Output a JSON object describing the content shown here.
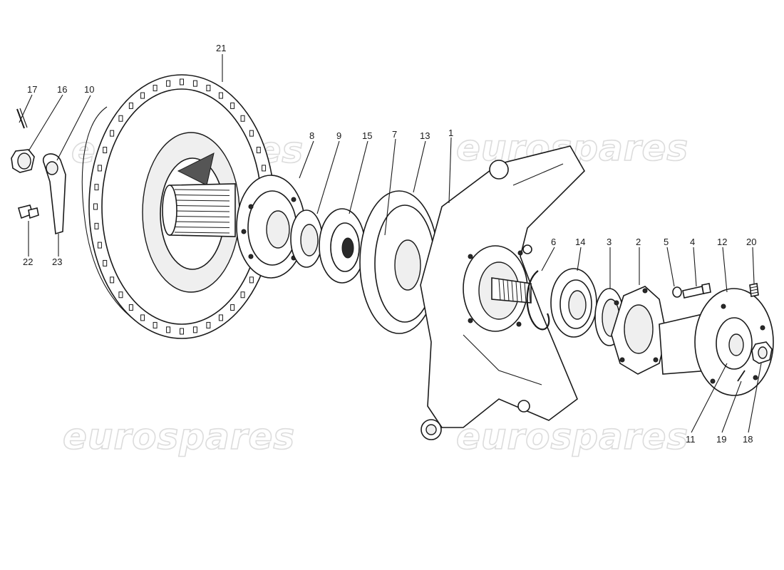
{
  "diagram": {
    "watermark_text": "eurospares",
    "callouts": [
      {
        "id": "c21",
        "text": "21"
      },
      {
        "id": "c17",
        "text": "17"
      },
      {
        "id": "c16",
        "text": "16"
      },
      {
        "id": "c10",
        "text": "10"
      },
      {
        "id": "c22",
        "text": "22"
      },
      {
        "id": "c23",
        "text": "23"
      },
      {
        "id": "c8",
        "text": "8"
      },
      {
        "id": "c9",
        "text": "9"
      },
      {
        "id": "c15",
        "text": "15"
      },
      {
        "id": "c7",
        "text": "7"
      },
      {
        "id": "c13",
        "text": "13"
      },
      {
        "id": "c1",
        "text": "1"
      },
      {
        "id": "c6",
        "text": "6"
      },
      {
        "id": "c14",
        "text": "14"
      },
      {
        "id": "c3",
        "text": "3"
      },
      {
        "id": "c2",
        "text": "2"
      },
      {
        "id": "c5",
        "text": "5"
      },
      {
        "id": "c4",
        "text": "4"
      },
      {
        "id": "c12",
        "text": "12"
      },
      {
        "id": "c20",
        "text": "20"
      },
      {
        "id": "c11",
        "text": "11"
      },
      {
        "id": "c19",
        "text": "19"
      },
      {
        "id": "c18",
        "text": "18"
      }
    ]
  }
}
